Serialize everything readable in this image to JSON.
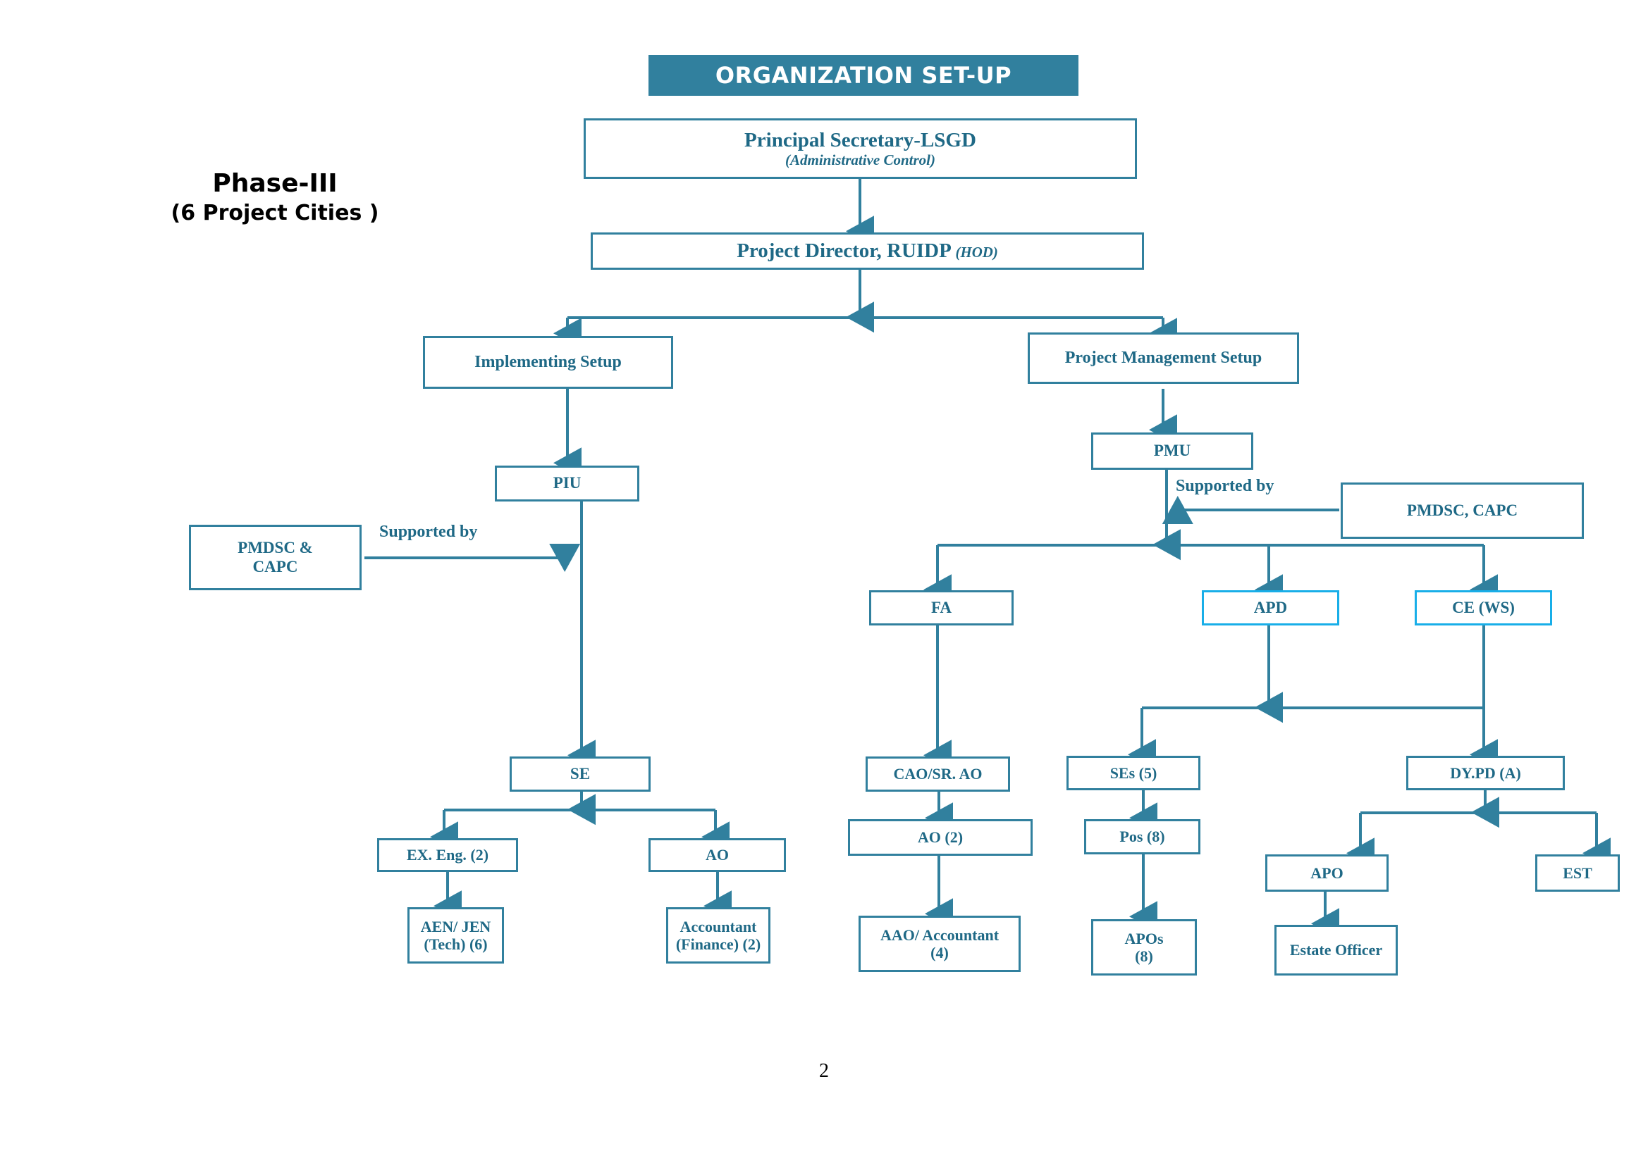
{
  "document": {
    "page_number": "2"
  },
  "banner": {
    "title": "ORGANIZATION SET-UP"
  },
  "phase": {
    "line1": "Phase-III",
    "line2": "(6 Project Cities )"
  },
  "colors": {
    "banner_bg": "#31809E",
    "banner_text": "#FFFFFF",
    "box_border": "#31809E",
    "box_border_accent": "#18AEE8",
    "text": "#1F6986",
    "connector": "#31809E",
    "page_number": "#000000"
  },
  "nodes": {
    "principal_secretary": {
      "title": "Principal Secretary-LSGD",
      "subtitle": "(Administrative Control)"
    },
    "project_director": {
      "title": "Project Director, RUIDP",
      "suffix": "(HOD)"
    },
    "implementing_setup": {
      "label": "Implementing Setup"
    },
    "project_management_setup": {
      "label": "Project Management Setup"
    },
    "piu": {
      "label": "PIU"
    },
    "pmu": {
      "label": "PMU"
    },
    "pmdsc_capc_left": {
      "line1": "PMDSC &",
      "line2": "CAPC"
    },
    "pmdsc_capc_right": {
      "label": "PMDSC, CAPC"
    },
    "se": {
      "label": "SE"
    },
    "ex_eng": {
      "label": "EX. Eng. (2)"
    },
    "ao_left": {
      "label": "AO"
    },
    "aen_jen": {
      "line1": "AEN/ JEN",
      "line2": "(Tech) (6)"
    },
    "accountant_finance": {
      "line1": "Accountant",
      "line2": "(Finance) (2)"
    },
    "fa": {
      "label": "FA"
    },
    "apd": {
      "label": "APD"
    },
    "ce_ws": {
      "label": "CE (WS)"
    },
    "cao_sr_ao": {
      "label": "CAO/SR. AO"
    },
    "ao_2": {
      "label": "AO (2)"
    },
    "aao_accountant": {
      "line1": "AAO/ Accountant",
      "line2": "(4)"
    },
    "ses_5": {
      "label": "SEs (5)"
    },
    "pos_8": {
      "label": "Pos (8)"
    },
    "apos_8": {
      "line1": "APOs",
      "line2": "(8)"
    },
    "dy_pd_a": {
      "label": "DY.PD (A)"
    },
    "apo": {
      "label": "APO"
    },
    "est": {
      "label": "EST"
    },
    "estate_officer": {
      "label": "Estate Officer"
    }
  },
  "edge_labels": {
    "supported_by_left": "Supported by",
    "supported_by_right": "Supported by"
  }
}
